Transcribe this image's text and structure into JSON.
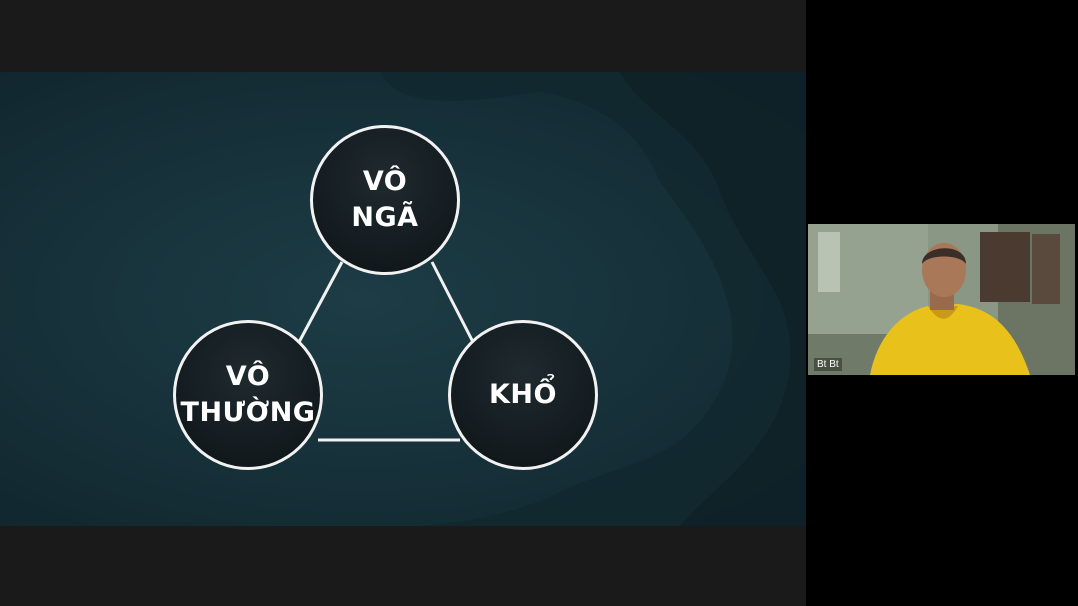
{
  "diagram": {
    "nodes": [
      {
        "id": "top",
        "label": "VÔ\nNGÃ"
      },
      {
        "id": "left",
        "label": "VÔ\nTHƯỜNG"
      },
      {
        "id": "right",
        "label": "KHỔ"
      }
    ]
  },
  "participant": {
    "name": "Bt Bt"
  },
  "colors": {
    "slide_bg": "#163039",
    "node_fill": "#121a1e",
    "node_border": "#f2f2f2",
    "robe": "#e8c21a"
  }
}
